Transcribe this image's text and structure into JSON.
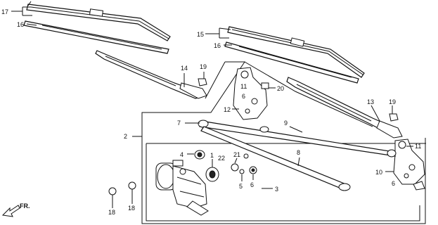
{
  "callouts": {
    "c1": "1",
    "c2": "2",
    "c3": "3",
    "c4": "4",
    "c5": "5",
    "c6a": "6",
    "c6b": "6",
    "c6c": "6",
    "c7": "7",
    "c8": "8",
    "c9": "9",
    "c10": "10",
    "c11a": "11",
    "c11b": "11",
    "c12": "12",
    "c13": "13",
    "c14": "14",
    "c15": "15",
    "c16a": "16",
    "c16b": "16",
    "c17": "17",
    "c18a": "18",
    "c18b": "18",
    "c19a": "19",
    "c19b": "19",
    "c20": "20",
    "c21": "21",
    "c22": "22"
  },
  "direction_label": "FR."
}
